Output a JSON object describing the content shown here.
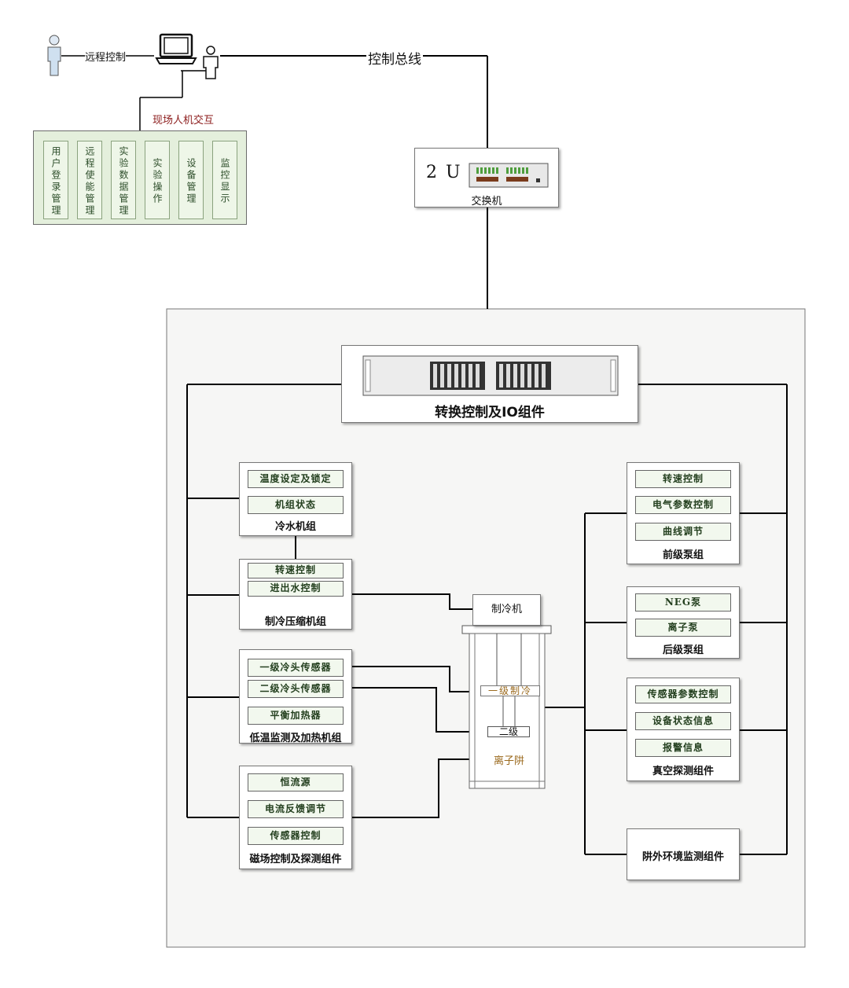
{
  "top": {
    "remote_control_label": "远程控制",
    "bus_label": "控制总线",
    "onsite_label": "现场人机交互",
    "hmi_modules": [
      "用户登录管理",
      "远程使能管理",
      "实验数据管理",
      "实验操作",
      "设备管理",
      "监控显示"
    ],
    "switch_model": "2 U",
    "switch_label": "交换机"
  },
  "io_unit": {
    "label": "转换控制及IO组件"
  },
  "left_groups": [
    {
      "caption": "冷水机组",
      "items": [
        "温度设定及锁定",
        "机组状态"
      ]
    },
    {
      "caption": "制冷压缩机组",
      "items": [
        "转速控制",
        "进出水控制"
      ]
    },
    {
      "caption": "低温监测及加热机组",
      "items": [
        "一级冷头传感器",
        "二级冷头传感器",
        "平衡加热器"
      ]
    },
    {
      "caption": "磁场控制及探测组件",
      "items": [
        "恒流源",
        "电流反馈调节",
        "传感器控制"
      ]
    }
  ],
  "right_groups": [
    {
      "caption": "前级泵组",
      "items": [
        "转速控制",
        "电气参数控制",
        "曲线调节"
      ]
    },
    {
      "caption": "后级泵组",
      "items": [
        "NEG泵",
        "离子泵"
      ]
    },
    {
      "caption": "真空探测组件",
      "items": [
        "传感器参数控制",
        "设备状态信息",
        "报警信息"
      ]
    },
    {
      "caption": "阱外环境监测组件",
      "items": []
    }
  ],
  "center": {
    "refrigerator": "制冷机",
    "stage1": "一级制冷",
    "stage2": "二级",
    "trap": "离子阱"
  }
}
